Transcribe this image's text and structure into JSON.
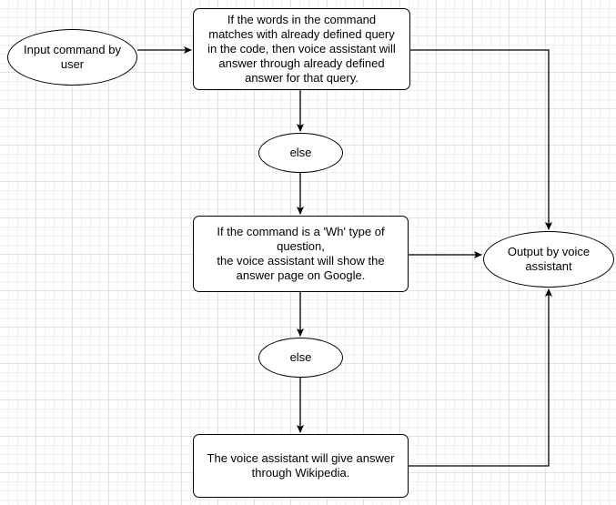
{
  "diagram": {
    "nodes": {
      "start": {
        "text": "Input command by\nuser"
      },
      "process_1": {
        "text": "If the words in the command\nmatches with already defined query\nin the code, then voice assistant will\nanswer through already defined\nanswer for that query."
      },
      "else_1": {
        "text": "else"
      },
      "process_2": {
        "text": "If the command is a 'Wh' type of\nquestion,\nthe voice assistant will show the\nanswer page on Google."
      },
      "output": {
        "text": "Output by voice\nassistant"
      },
      "else_2": {
        "text": "else"
      },
      "process_3": {
        "text": "The voice assistant will give answer\nthrough Wikipedia."
      }
    },
    "colors": {
      "stroke": "#000000",
      "fill": "#ffffff",
      "grid_major": "#e2e2e2",
      "grid_minor": "#f0f0f0"
    }
  }
}
